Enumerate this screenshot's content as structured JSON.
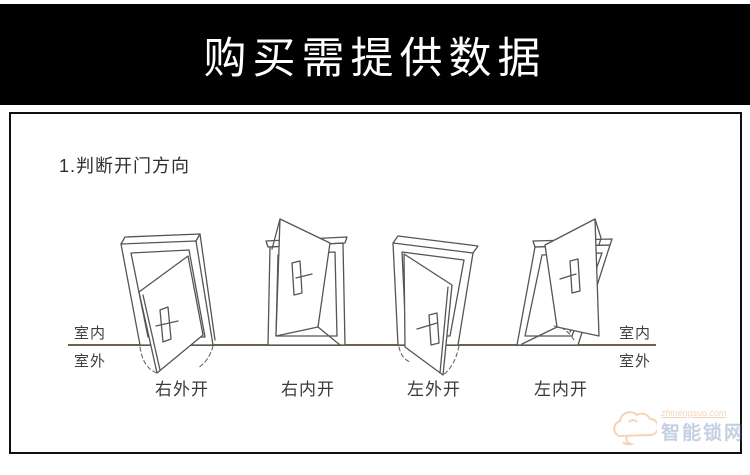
{
  "banner": {
    "title": "购买需提供数据"
  },
  "panel": {
    "section_title": "1.判断开门方向",
    "ground": {
      "indoor_left": "室内",
      "outdoor_left": "室外",
      "indoor_right": "室内",
      "outdoor_right": "室外",
      "line_color": "#6e6347"
    },
    "doors": [
      {
        "caption": "右外开"
      },
      {
        "caption": "右内开"
      },
      {
        "caption": "左外开"
      },
      {
        "caption": "左内开"
      }
    ]
  },
  "watermark": {
    "domain": "zhinengsuo.com",
    "name": "智能锁网",
    "cloud_color": "#e07b2a",
    "text_color": "#4c6fa5"
  },
  "colors": {
    "banner_bg": "#000000",
    "banner_text": "#ffffff",
    "panel_border": "#101010",
    "line_art": "#555555"
  }
}
